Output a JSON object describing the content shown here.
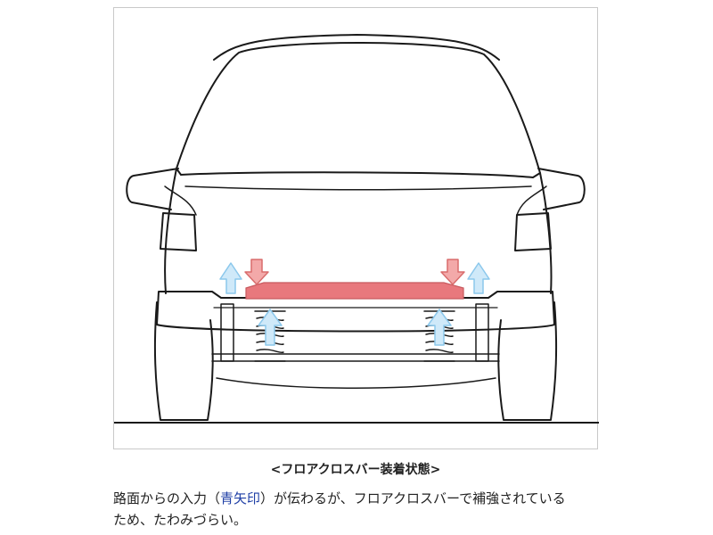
{
  "figure": {
    "caption": "<フロアクロスバー装着状態>"
  },
  "description": {
    "before": "路面からの入力（",
    "highlight": "青矢印",
    "after": "）が伝わるが、フロアクロスバーで補強されている",
    "line2": "ため、たわみづらい。"
  },
  "colors": {
    "arrow_blue_fill": "#cfe9f9",
    "arrow_blue_stroke": "#8cc8ec",
    "arrow_red_fill": "#f3a9a9",
    "arrow_red_stroke": "#d96c6c",
    "crossbar_fill": "#e8787d",
    "highlight_text": "#1f3fa6",
    "line_art": "#1a1a1a"
  }
}
